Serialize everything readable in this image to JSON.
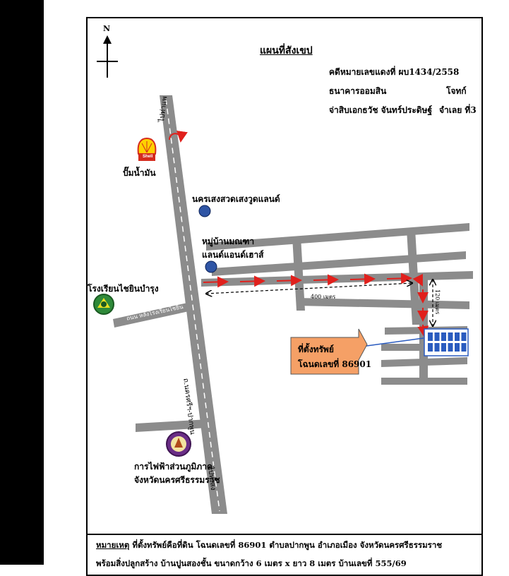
{
  "title": "แผนที่สังเขป",
  "case_no": "คดีหมายเลขแดงที่ ผบ1434/2558",
  "plaintiff": "ธนาคารออมสิน",
  "plaintiff_role": "โจทก์",
  "defendant": "จ่าสิบเอกธวัช จันทร์ประดิษฐ์",
  "defendant_role": "จำเลย ที่3",
  "north": "N",
  "road_top": "ไปท่าแพ",
  "road_bottom": "ไปทุ่งสง",
  "road_main": "ถ.นครศรีฯ-ปากพูน",
  "road_side": "ถนน หลังโรงเรียนไชยิน",
  "places": {
    "gas_station": "ปั๊มน้ำมัน",
    "shell_brand": "Shell",
    "village1": "นครเสงสวดเสงวูดแลนด์",
    "village2_l1": "หมู่บ้านมณฑา",
    "village2_l2": "แลนด์แอนด์เฮาส์",
    "school": "โรงเรียนไชยินบำรุง",
    "pea_l1": "การไฟฟ้าส่วนภูมิภาค",
    "pea_l2": "จังหวัดนครศรีธรรมราช"
  },
  "distance_h": "400 เมตร",
  "distance_v": "120 เมตร",
  "property_l1": "ที่ตั้งทรัพย์",
  "property_l2": "โฉนดเลขที่ 86901",
  "note_label": "หมายเหตุ",
  "note_line1": "ที่ตั้งทรัพย์คือที่ดิน โฉนดเลขที่ 86901 ตำบลปากพูน อำเภอเมือง จังหวัดนครศรีธรรมราช",
  "note_line2": "พร้อมสิ่งปลูกสร้าง บ้านปูนสองชั้น ขนาดกว้าง 6 เมตร x ยาว 8 เมตร บ้านเลขที่ 555/69",
  "colors": {
    "road": "#8c8c8c",
    "route": "#e0201c",
    "marker": "#2f55a5",
    "property_box": "#f5a066",
    "building": "#2a5bbf"
  }
}
